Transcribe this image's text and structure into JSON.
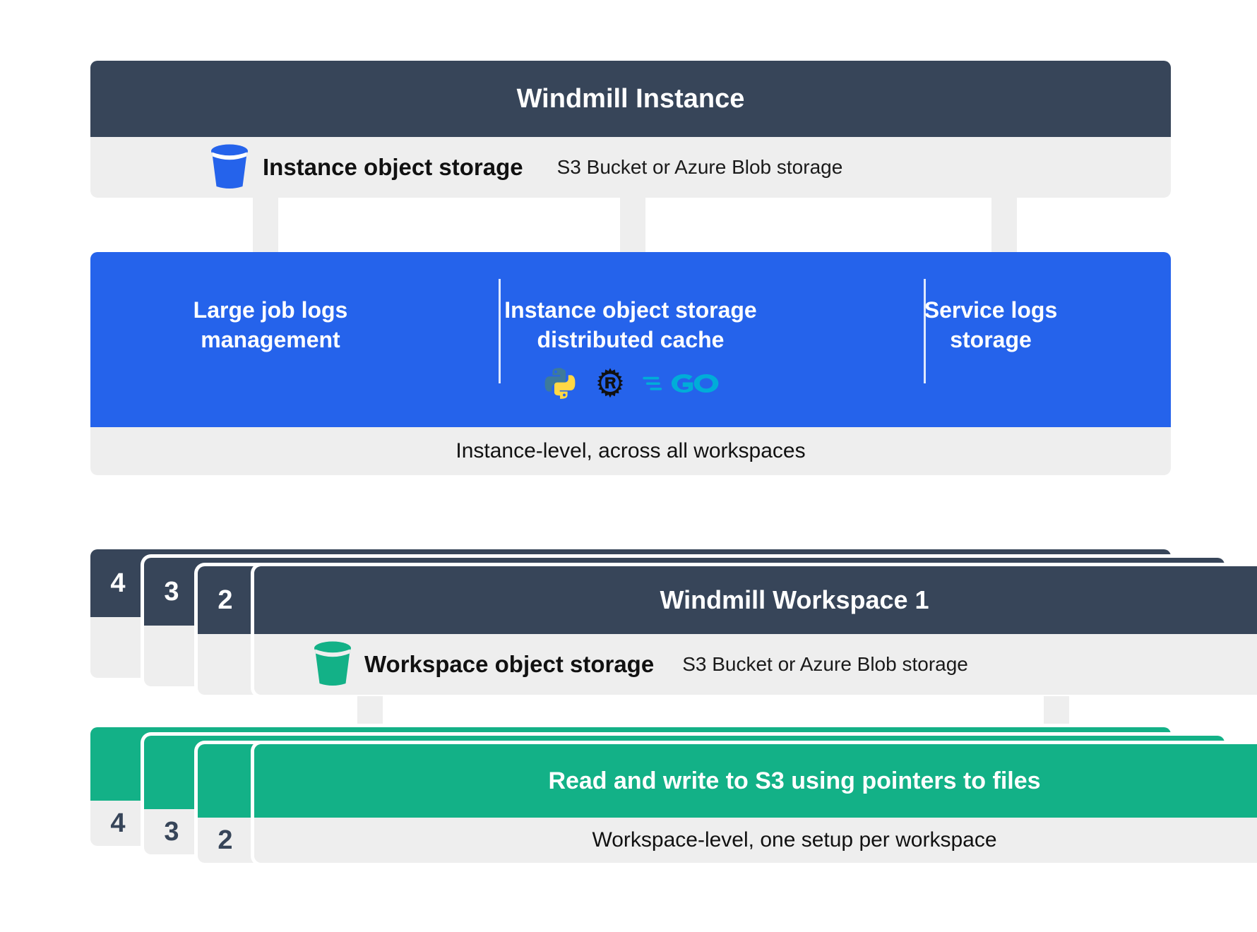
{
  "colors": {
    "navy": "#374559",
    "gray_panel": "#eeeeee",
    "blue": "#2563eb",
    "green": "#13b187",
    "bucket_blue": "#2563eb",
    "bucket_green": "#13b187",
    "go_cyan": "#00add8",
    "rust_black": "#111111",
    "python_blue": "#3d7a9c",
    "python_yellow": "#ffd845",
    "white": "#ffffff"
  },
  "instance": {
    "title": "Windmill Instance",
    "storage_label": "Instance object storage",
    "storage_sub": "S3 Bucket or Azure Blob storage",
    "bucket_icon": "bucket-icon"
  },
  "features": {
    "items": [
      {
        "title": "Large job logs\nmanagement",
        "langs": []
      },
      {
        "title": "Instance object storage\ndistributed cache",
        "langs": [
          {
            "name": "python-icon",
            "label": "Python"
          },
          {
            "name": "rust-icon",
            "label": "Rust"
          },
          {
            "name": "go-icon",
            "label": "Go"
          }
        ]
      },
      {
        "title": "Service logs\nstorage",
        "langs": []
      }
    ],
    "footer": "Instance-level, across all workspaces"
  },
  "workspace": {
    "stack_numbers": [
      "4",
      "3",
      "2"
    ],
    "title": "Windmill Workspace 1",
    "storage_label": "Workspace object storage",
    "storage_sub": "S3 Bucket or Azure Blob storage",
    "bucket_icon": "bucket-icon"
  },
  "workspace_usage": {
    "stack_numbers": [
      "4",
      "3",
      "2"
    ],
    "band_text": "Read and write to S3 using pointers to files",
    "footer": "Workspace-level, one setup per workspace"
  }
}
